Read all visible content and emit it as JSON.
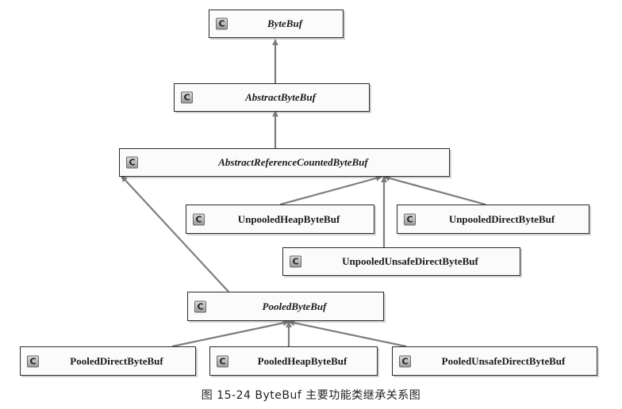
{
  "nodes": {
    "bytebuf": {
      "label": "ByteBuf",
      "icon": "class-c-icon"
    },
    "abstractbytebuf": {
      "label": "AbstractByteBuf",
      "icon": "class-c-icon"
    },
    "abstractrefcounted": {
      "label": "AbstractReferenceCountedByteBuf",
      "icon": "class-c-icon"
    },
    "unpooledheap": {
      "label": "UnpooledHeapByteBuf",
      "icon": "class-c-icon"
    },
    "unpooleddirect": {
      "label": "UnpooledDirectByteBuf",
      "icon": "class-c-icon"
    },
    "unpooledunsafedirect": {
      "label": "UnpooledUnsafeDirectByteBuf",
      "icon": "class-c-icon"
    },
    "pooledbytebuf": {
      "label": "PooledByteBuf",
      "icon": "class-c-icon"
    },
    "pooleddirect": {
      "label": "PooledDirectByteBuf",
      "icon": "class-c-icon"
    },
    "pooledheap": {
      "label": "PooledHeapByteBuf",
      "icon": "class-c-icon"
    },
    "pooledunsafedirect": {
      "label": "PooledUnsafeDirectByteBuf",
      "icon": "class-c-icon"
    }
  },
  "icon_glyph": "C",
  "edges": [
    {
      "from": "abstractbytebuf",
      "to": "bytebuf"
    },
    {
      "from": "abstractrefcounted",
      "to": "abstractbytebuf"
    },
    {
      "from": "unpooledheap",
      "to": "abstractrefcounted"
    },
    {
      "from": "unpooleddirect",
      "to": "abstractrefcounted"
    },
    {
      "from": "unpooledunsafedirect",
      "to": "abstractrefcounted"
    },
    {
      "from": "pooledbytebuf",
      "to": "abstractrefcounted"
    },
    {
      "from": "pooleddirect",
      "to": "pooledbytebuf"
    },
    {
      "from": "pooledheap",
      "to": "pooledbytebuf"
    },
    {
      "from": "pooledunsafedirect",
      "to": "pooledbytebuf"
    }
  ],
  "caption": "图 15-24   ByteBuf 主要功能类继承关系图",
  "colors": {
    "edge": "#7d7d7d",
    "border": "#2a2a2a",
    "background": "#ffffff"
  }
}
